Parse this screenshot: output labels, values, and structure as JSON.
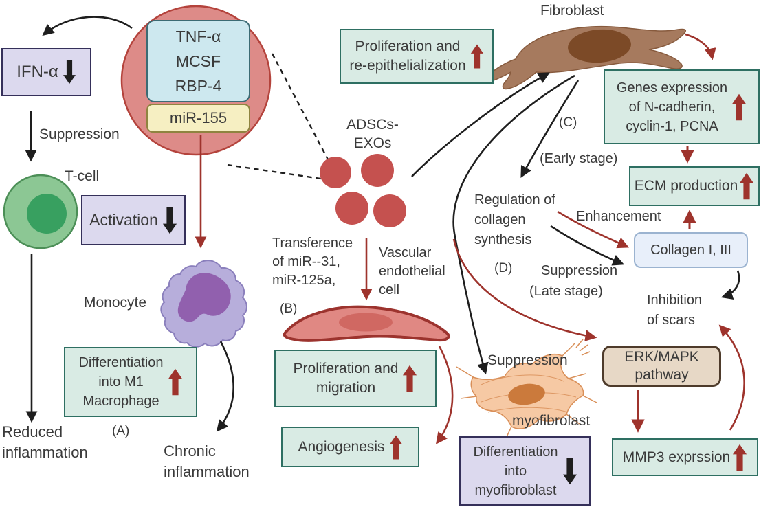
{
  "colors": {
    "red-arrow": "#9e332c",
    "ink": "#1e1e1e",
    "text": "#3a3a3a",
    "green-fill": "#d9ebe4",
    "green-border": "#2e6f62",
    "purple-fill": "#dcd9ee",
    "purple-border": "#35305a",
    "blue-fill": "#cde8ef",
    "blue-border": "#3c6b74",
    "yellow-fill": "#f6efc2",
    "yellow-border": "#8f8440",
    "lightblue-fill": "#e8effa",
    "lightblue-border": "#9bb3d0",
    "tan-fill": "#e7d8c6",
    "tan-border": "#4e3b2b",
    "exo-circle-fill": "#dd8b88",
    "exo-circle-border": "#b4433c",
    "exosome": "#c5514f",
    "tcell-fill": "#8cc794",
    "tcell-border": "#4c8f57",
    "tcell-nucleus": "#38a060",
    "monocyte-fill": "#b7aedb",
    "monocyte-border": "#8a7fbc",
    "monocyte-nucleus": "#9160ae",
    "fibroblast-fill": "#a67a5e",
    "fibroblast-stroke": "#875a3d",
    "fibroblast-nucleus": "#7c4a27",
    "endo-fill": "#e08883",
    "endo-border": "#9c332e",
    "endo-nucleus": "#d06862",
    "myofib-fill": "#f6c9a4",
    "myofib-stroke": "#d98f58",
    "myofib-nucleus": "#cb7a3c"
  },
  "nodes": {
    "ifn": {
      "label": "IFN-α"
    },
    "tnf": {
      "lines": [
        "TNF-α",
        "MCSF",
        "RBP-4"
      ]
    },
    "mir155": {
      "label": "miR-155"
    },
    "suppression_left": {
      "label": "Suppression"
    },
    "t_cell": {
      "label": "T-cell"
    },
    "activation": {
      "label": "Activation"
    },
    "monocyte": {
      "label": "Monocyte"
    },
    "diff_m1": {
      "lines": [
        "Differentiation",
        "into M1",
        "Macrophage"
      ]
    },
    "label_a": {
      "label": "(A)"
    },
    "reduced_inflammation": {
      "lines": [
        "Reduced",
        "inflammation"
      ]
    },
    "chronic_inflammation": {
      "lines": [
        "Chronic",
        "inflammation"
      ]
    },
    "prolif_reepi": {
      "lines": [
        "Proliferation and",
        "re-epithelialization"
      ]
    },
    "adscs": {
      "lines": [
        "ADSCs-",
        "EXOs"
      ]
    },
    "transference": {
      "lines": [
        "Transference",
        "of miR--31,",
        "miR-125a,"
      ]
    },
    "vascular": {
      "lines": [
        "Vascular",
        "endothelial",
        "cell"
      ]
    },
    "label_b": {
      "label": "(B)"
    },
    "prolif_migration": {
      "lines": [
        "Proliferation and",
        "migration"
      ]
    },
    "angiogenesis": {
      "label": "Angiogenesis"
    },
    "fibroblast": {
      "label": "Fibroblast"
    },
    "genes_expression": {
      "lines": [
        "Genes expression",
        "of N-cadherin,",
        "cyclin-1, PCNA"
      ]
    },
    "label_c": {
      "label": "(C)"
    },
    "early_stage": {
      "label": "(Early stage)"
    },
    "ecm": {
      "label": "ECM production"
    },
    "regulation": {
      "lines": [
        "Regulation of",
        "collagen",
        "synthesis"
      ]
    },
    "enhancement": {
      "label": "Enhancement"
    },
    "collagen": {
      "label": "Collagen I, III"
    },
    "label_d": {
      "label": "(D)"
    },
    "suppression_mid": {
      "label": "Suppression"
    },
    "late_stage": {
      "label": "(Late stage)"
    },
    "inhibition": {
      "lines": [
        "Inhibition",
        "of scars"
      ]
    },
    "erk": {
      "lines": [
        "ERK/MAPK",
        "pathway"
      ]
    },
    "mmp3": {
      "label": "MMP3 exprssion"
    },
    "suppression_bottom": {
      "label": "Suppression"
    },
    "myofibroblast": {
      "label": "myofibrolast"
    },
    "diff_myofibroblast": {
      "lines": [
        "Differentiation",
        "into",
        "myofibroblast"
      ]
    }
  }
}
